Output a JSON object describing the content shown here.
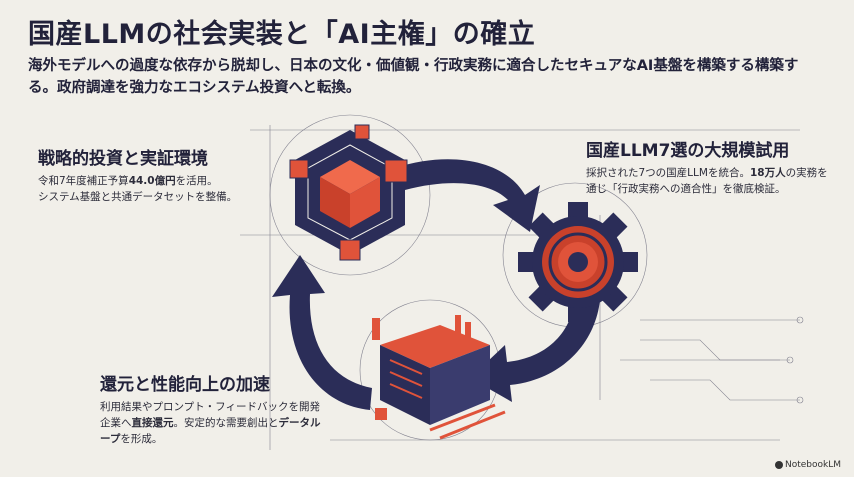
{
  "title": "国産LLMの社会実装と「AI主権」の確立",
  "subtitle": "海外モデルへの過度な依存から脱却し、日本の文化・価値観・行政実務に適合したセキュアなAI基盤を構築する構築する。政府調達を強力なエコシステム投資へと転換。",
  "sections": {
    "strategy": {
      "heading": "戦略的投資と実証環境",
      "text_1": "令和7年度補正予算",
      "amount": "44.0億円",
      "text_2": "を活用。",
      "text_3": "システム基盤と共通データセットを整備。"
    },
    "trial": {
      "heading": "国産LLM7選の大規模試用",
      "text_1": "採択された7つの国産LLMを統合。",
      "users": "18万人",
      "text_2": "の実務を通じ「行政実務への適合性」を徹底検証。"
    },
    "return": {
      "heading": "還元と性能向上の加速",
      "text_1": "利用結果やプロンプト・フィードバックを開発企業へ",
      "direct_return": "直接還元",
      "text_2": "。安定的な需要創出と",
      "data_loop": "データループ",
      "text_3": "を形成。"
    }
  },
  "branding": {
    "label": "NotebookLM"
  },
  "colors": {
    "navy": "#2b2d58",
    "orange": "#e0533a",
    "background": "#f1efe9"
  }
}
